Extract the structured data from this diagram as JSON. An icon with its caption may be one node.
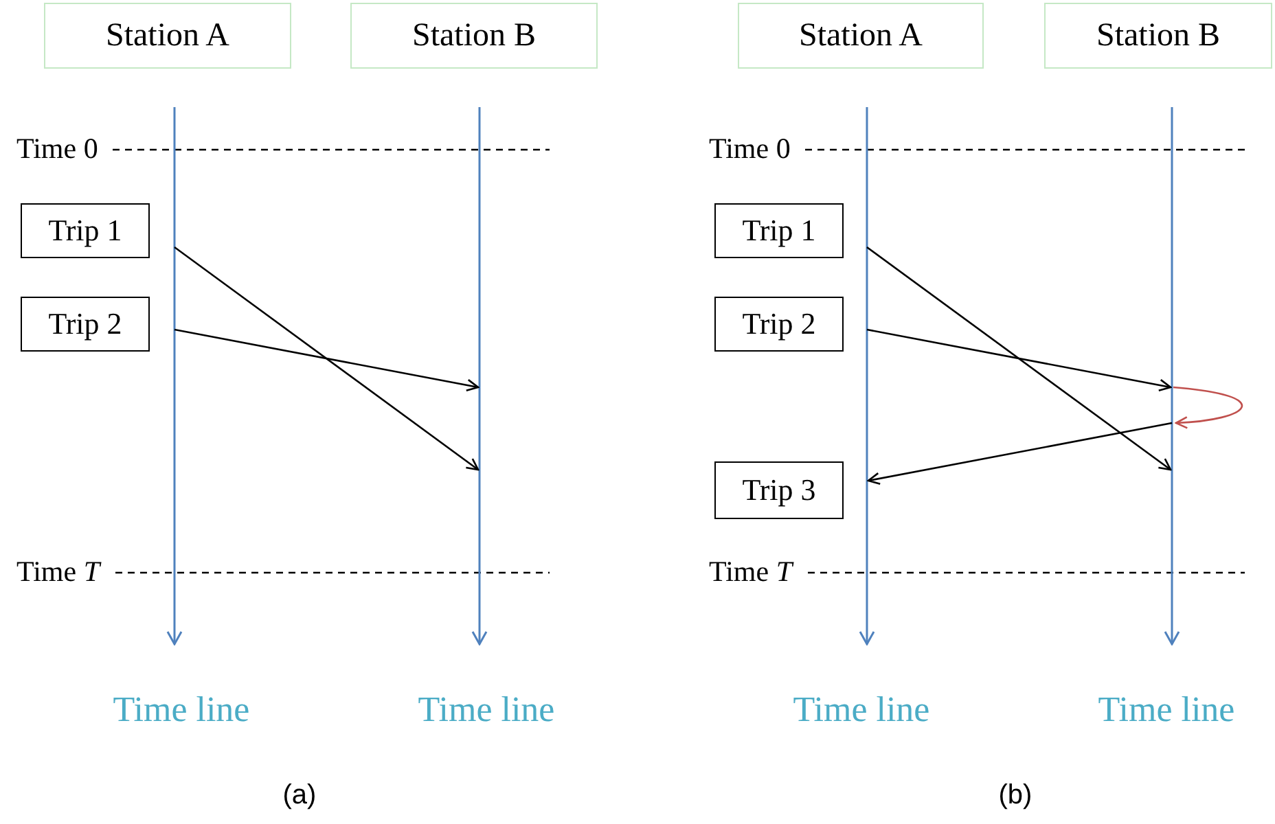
{
  "diagram": {
    "nodes": [
      {
        "text": [
          "Station A"
        ]
      },
      {
        "text": [
          "Station B"
        ]
      },
      {
        "text": [],
        "shape": "line",
        "beside": [
          "Time line"
        ]
      },
      {
        "text": [],
        "shape": "line",
        "beside": [
          "Time line"
        ]
      },
      {
        "text": [
          "Trip 1"
        ]
      },
      {
        "text": [
          "Trip 2"
        ]
      },
      {
        "text": [
          "Station A"
        ]
      },
      {
        "text": [
          "Station B"
        ]
      },
      {
        "text": [],
        "shape": "line",
        "beside": [
          "Time line"
        ]
      },
      {
        "text": [],
        "shape": "line",
        "beside": [
          "Time line"
        ]
      },
      {
        "text": [
          "Trip 1"
        ]
      },
      {
        "text": [
          "Trip 2"
        ]
      },
      {
        "text": [
          "Trip 3"
        ]
      }
    ],
    "edges": [
      {
        "from": 2,
        "to": 3,
        "arrow": "to"
      },
      {
        "from": 2,
        "to": 3,
        "arrow": "to"
      },
      {
        "from": 8,
        "to": 9,
        "arrow": "to"
      },
      {
        "from": 8,
        "to": 9,
        "arrow": "to"
      },
      {
        "from": 9,
        "to": 9,
        "arrow": "to",
        "color": "#c0504d"
      },
      {
        "from": 9,
        "to": 8,
        "arrow": "to"
      }
    ],
    "labels": [
      "Time 0",
      "Time *T*",
      "(a)",
      "Time 0",
      "Time *T*",
      "(b)"
    ]
  }
}
